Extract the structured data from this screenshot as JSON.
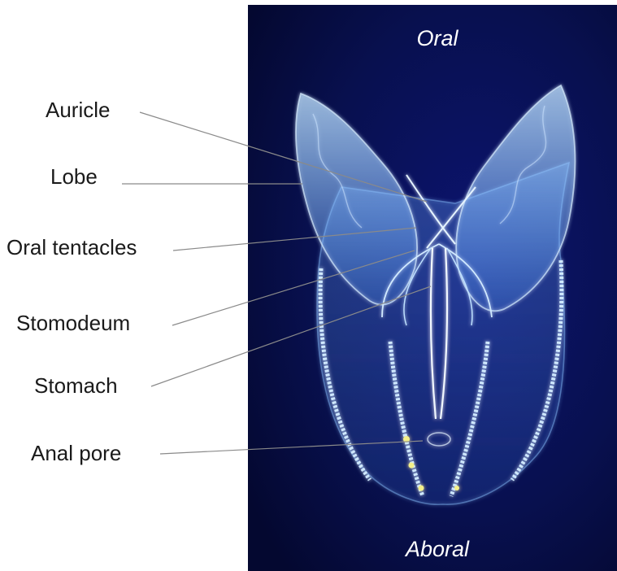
{
  "orientation": {
    "top": "Oral",
    "bottom": "Aboral"
  },
  "labels": [
    {
      "id": "auricle",
      "text": "Auricle"
    },
    {
      "id": "lobe",
      "text": "Lobe"
    },
    {
      "id": "oral-tentacles",
      "text": "Oral tentacles"
    },
    {
      "id": "stomodeum",
      "text": "Stomodeum"
    },
    {
      "id": "stomach",
      "text": "Stomach"
    },
    {
      "id": "anal-pore",
      "text": "Anal pore"
    }
  ],
  "colors": {
    "photo_background": "#0a0f55",
    "body_glow": "#9fd0ff",
    "comb_rows": "#cfe8ff",
    "comb_highlight": "#f4f08a",
    "leader_lines": "#8a8a8a"
  }
}
